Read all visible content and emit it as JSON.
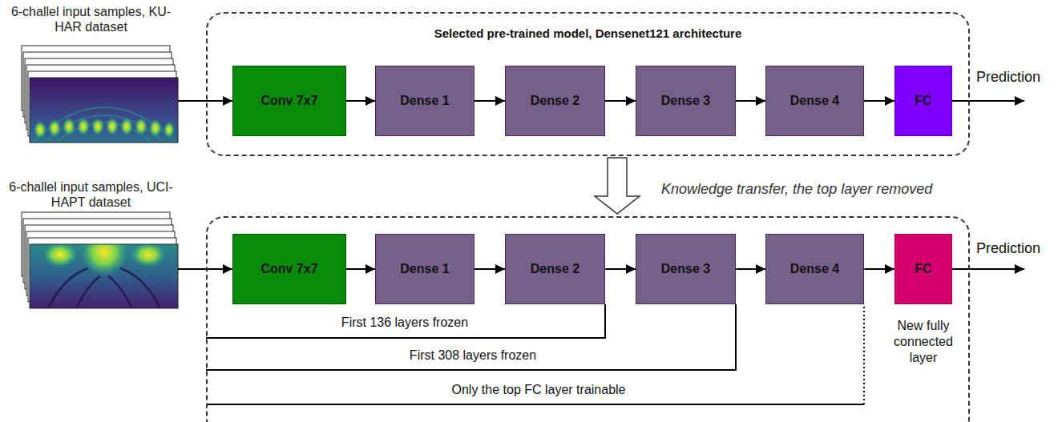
{
  "diagram": {
    "nodes": [
      {
        "text": [
          "6-challel input samples, KU-HAR dataset"
        ]
      },
      {
        "text": [
          "Selected pre-trained model, Densenet121 architecture"
        ]
      },
      {
        "text": [
          "Conv 7x7"
        ],
        "in": 1
      },
      {
        "text": [
          "Dense 1"
        ],
        "in": 1
      },
      {
        "text": [
          "Dense 2"
        ],
        "in": 1
      },
      {
        "text": [
          "Dense 3"
        ],
        "in": 1
      },
      {
        "text": [
          "Dense 4"
        ],
        "in": 1
      },
      {
        "text": [
          "FC"
        ],
        "in": 1
      },
      {
        "text": [
          "6-challel input samples, UCI-HAPT dataset"
        ]
      },
      {
        "text": [
          "First 136 layers frozen",
          "First 308 layers frozen",
          "Only the top FC layer trainable"
        ]
      },
      {
        "text": [
          "Conv 7x7"
        ],
        "in": 9
      },
      {
        "text": [
          "Dense 1"
        ],
        "in": 9
      },
      {
        "text": [
          "Dense 2"
        ],
        "in": 9
      },
      {
        "text": [
          "Dense 3"
        ],
        "in": 9
      },
      {
        "text": [
          "Dense 4"
        ],
        "in": 9
      },
      {
        "text": [
          "FC"
        ],
        "in": 9
      }
    ],
    "edges": [
      {
        "from": 0,
        "to": 2,
        "arrow": "to"
      },
      {
        "from": 2,
        "to": 3,
        "arrow": "to"
      },
      {
        "from": 3,
        "to": 4,
        "arrow": "to"
      },
      {
        "from": 4,
        "to": 5,
        "arrow": "to"
      },
      {
        "from": 5,
        "to": 6,
        "arrow": "to"
      },
      {
        "from": 6,
        "to": 7,
        "arrow": "to"
      },
      {
        "from": 1,
        "to": 9,
        "label": "Knowledge transfer, the top layer removed",
        "arrow": "to"
      },
      {
        "from": 8,
        "to": 10,
        "arrow": "to"
      },
      {
        "from": 10,
        "to": 11,
        "arrow": "to"
      },
      {
        "from": 11,
        "to": 12,
        "arrow": "to"
      },
      {
        "from": 12,
        "to": 13,
        "arrow": "to"
      },
      {
        "from": 13,
        "to": 14,
        "arrow": "to"
      },
      {
        "from": 14,
        "to": 15,
        "arrow": "to"
      }
    ],
    "labels": [
      "Prediction",
      "Prediction",
      "New fully connected layer"
    ]
  }
}
